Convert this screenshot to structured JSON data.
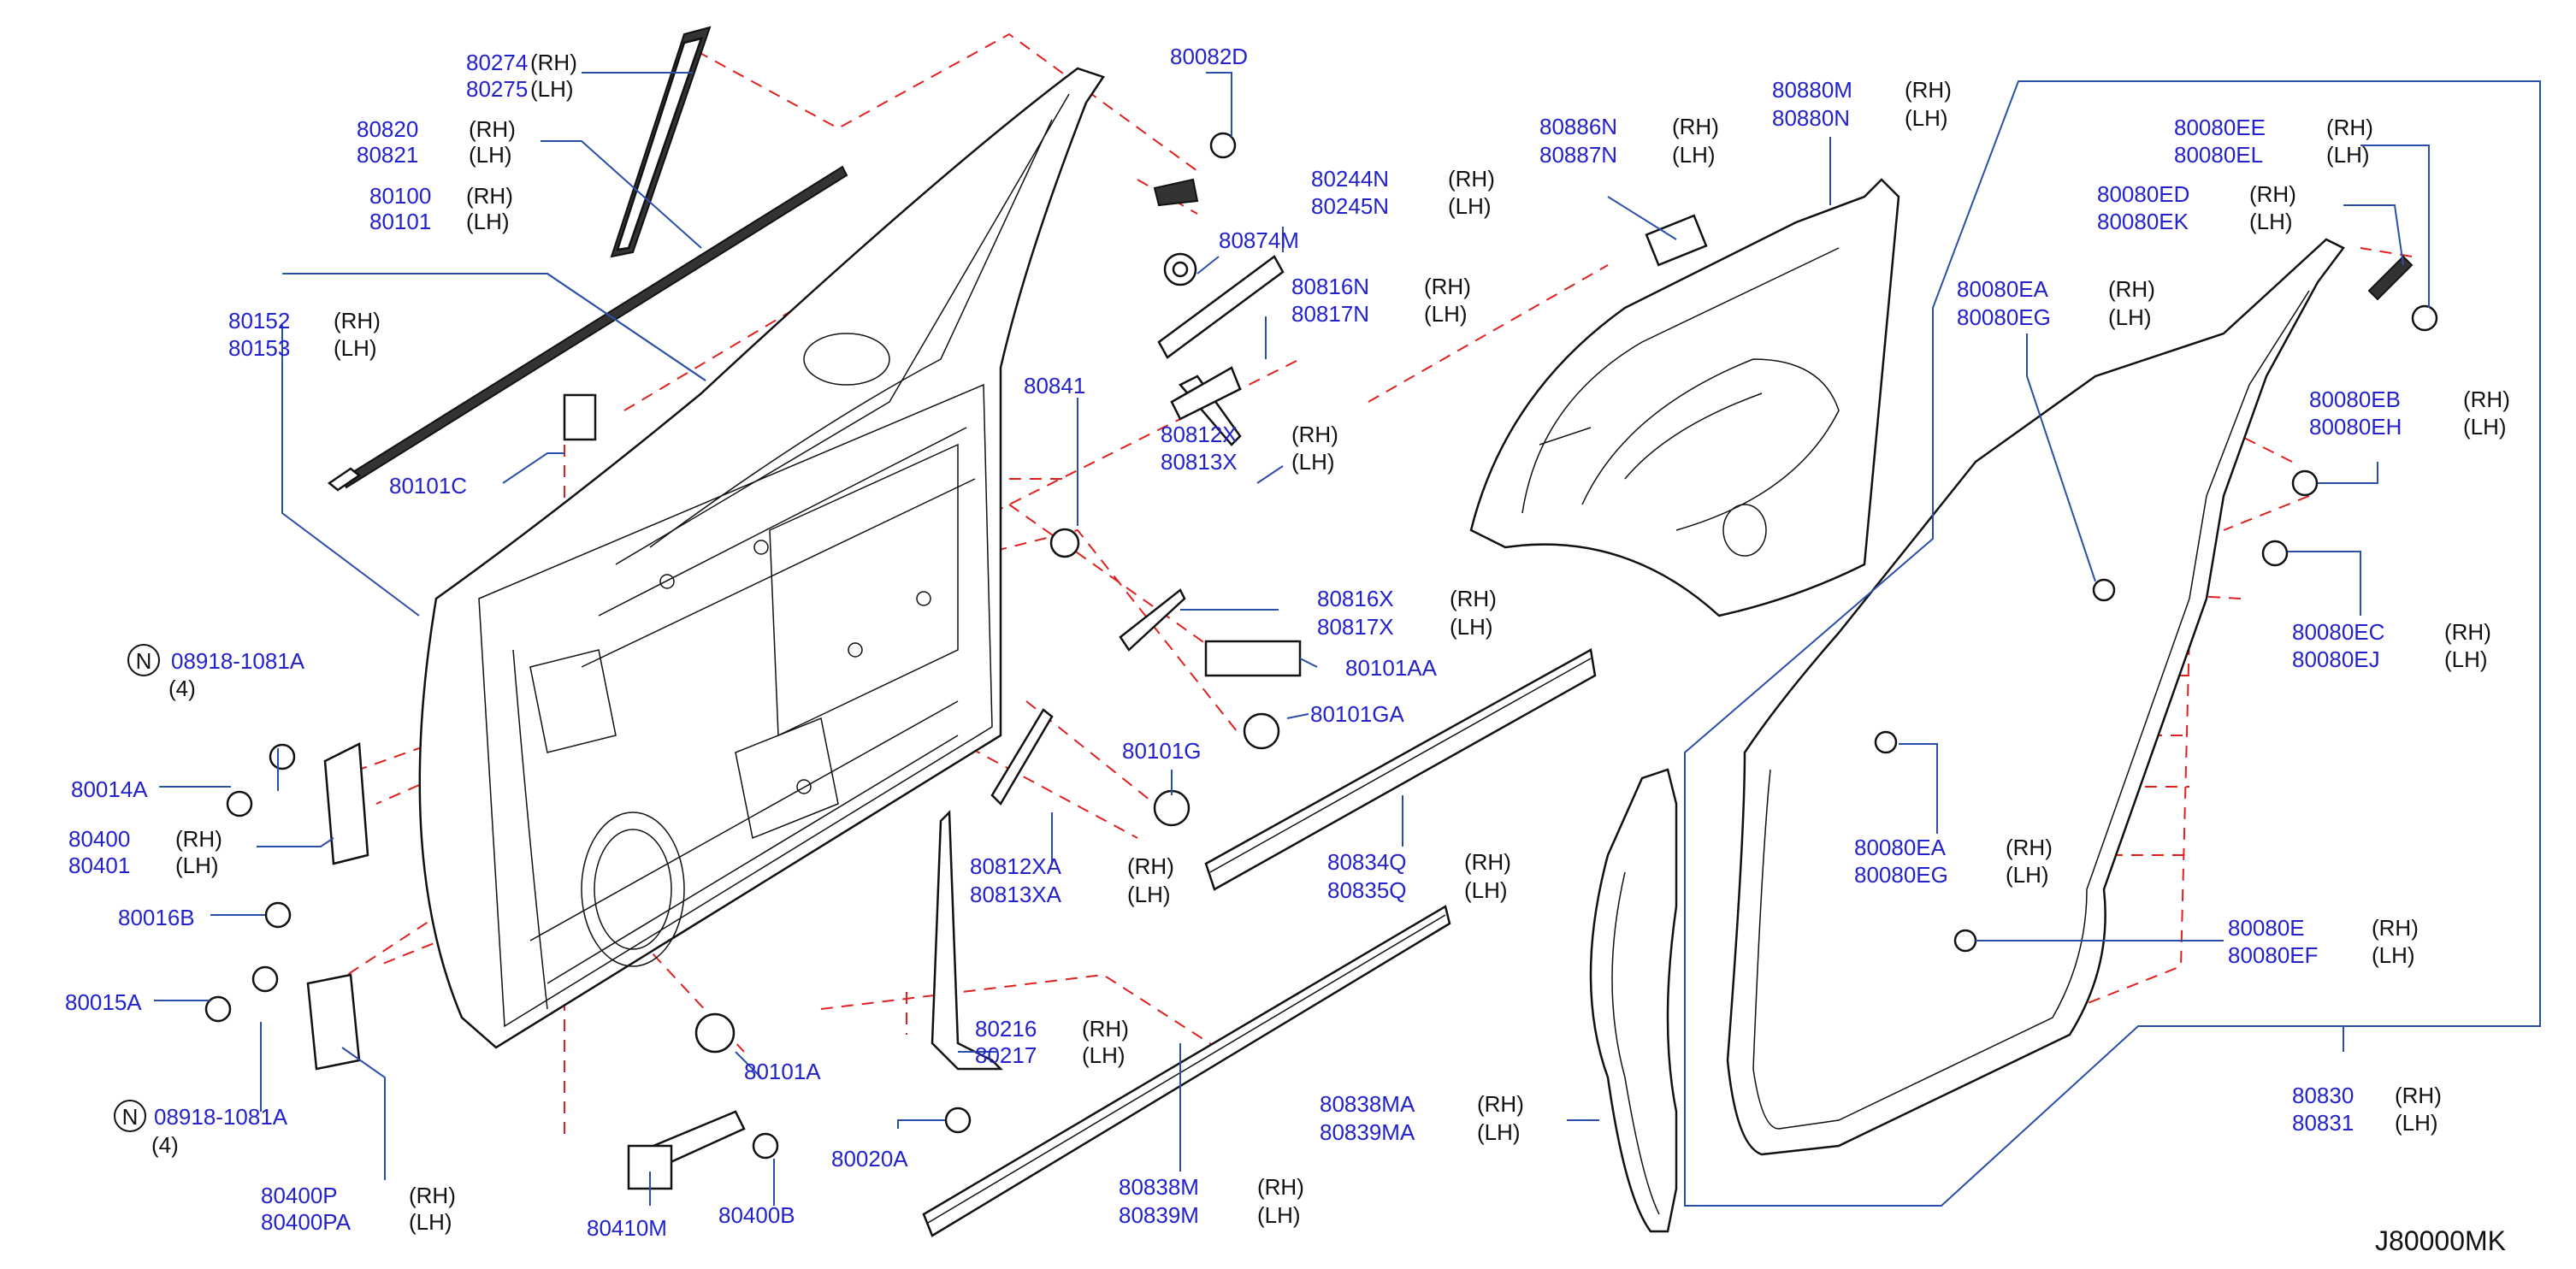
{
  "labels": [
    {
      "key": "80274",
      "rh": "80274",
      "lh": "80275",
      "rh_tag": "(RH)",
      "lh_tag": "(LH)"
    },
    {
      "key": "80820",
      "rh": "80820",
      "lh": "80821",
      "rh_tag": "(RH)",
      "lh_tag": "(LH)"
    },
    {
      "key": "80100",
      "rh": "80100",
      "lh": "80101",
      "rh_tag": "(RH)",
      "lh_tag": "(LH)"
    },
    {
      "key": "80152",
      "rh": "80152",
      "lh": "80153",
      "rh_tag": "(RH)",
      "lh_tag": "(LH)"
    },
    {
      "key": "80101C",
      "single": "80101C"
    },
    {
      "key": "08918-1081A-top",
      "single": "08918-1081A",
      "badge": "N",
      "qty": "(4)"
    },
    {
      "key": "80014A",
      "single": "80014A"
    },
    {
      "key": "80400",
      "rh": "80400",
      "lh": "80401",
      "rh_tag": "(RH)",
      "lh_tag": "(LH)"
    },
    {
      "key": "80016B",
      "single": "80016B"
    },
    {
      "key": "80015A",
      "single": "80015A"
    },
    {
      "key": "08918-1081A-bottom",
      "single": "08918-1081A",
      "badge": "N",
      "qty": "(4)"
    },
    {
      "key": "80400P",
      "rh": "80400P",
      "lh": "80400PA",
      "rh_tag": "(RH)",
      "lh_tag": "(LH)"
    },
    {
      "key": "80410M",
      "single": "80410M"
    },
    {
      "key": "80400B",
      "single": "80400B"
    },
    {
      "key": "80101A",
      "single": "80101A"
    },
    {
      "key": "80020A",
      "single": "80020A"
    },
    {
      "key": "80216",
      "rh": "80216",
      "lh": "80217",
      "rh_tag": "(RH)",
      "lh_tag": "(LH)"
    },
    {
      "key": "80838M",
      "rh": "80838M",
      "lh": "80839M",
      "rh_tag": "(RH)",
      "lh_tag": "(LH)"
    },
    {
      "key": "80812XA",
      "rh": "80812XA",
      "lh": "80813XA",
      "rh_tag": "(RH)",
      "lh_tag": "(LH)"
    },
    {
      "key": "80101G",
      "single": "80101G"
    },
    {
      "key": "80841",
      "single": "80841"
    },
    {
      "key": "80082D",
      "single": "80082D"
    },
    {
      "key": "80244N",
      "rh": "80244N",
      "lh": "80245N",
      "rh_tag": "(RH)",
      "lh_tag": "(LH)"
    },
    {
      "key": "80874M",
      "single": "80874M"
    },
    {
      "key": "80816N",
      "rh": "80816N",
      "lh": "80817N",
      "rh_tag": "(RH)",
      "lh_tag": "(LH)"
    },
    {
      "key": "80812X",
      "rh": "80812X",
      "lh": "80813X",
      "rh_tag": "(RH)",
      "lh_tag": "(LH)"
    },
    {
      "key": "80816X",
      "rh": "80816X",
      "lh": "80817X",
      "rh_tag": "(RH)",
      "lh_tag": "(LH)"
    },
    {
      "key": "80101AA",
      "single": "80101AA"
    },
    {
      "key": "80101GA",
      "single": "80101GA"
    },
    {
      "key": "80834Q",
      "rh": "80834Q",
      "lh": "80835Q",
      "rh_tag": "(RH)",
      "lh_tag": "(LH)"
    },
    {
      "key": "80838MA",
      "rh": "80838MA",
      "lh": "80839MA",
      "rh_tag": "(RH)",
      "lh_tag": "(LH)"
    },
    {
      "key": "80886N",
      "rh": "80886N",
      "lh": "80887N",
      "rh_tag": "(RH)",
      "lh_tag": "(LH)"
    },
    {
      "key": "80880M",
      "rh": "80880M",
      "lh": "80880N",
      "rh_tag": "(RH)",
      "lh_tag": "(LH)"
    },
    {
      "key": "80080EE",
      "rh": "80080EE",
      "lh": "80080EL",
      "rh_tag": "(RH)",
      "lh_tag": "(LH)"
    },
    {
      "key": "80080ED",
      "rh": "80080ED",
      "lh": "80080EK",
      "rh_tag": "(RH)",
      "lh_tag": "(LH)"
    },
    {
      "key": "80080EA-top",
      "rh": "80080EA",
      "lh": "80080EG",
      "rh_tag": "(RH)",
      "lh_tag": "(LH)"
    },
    {
      "key": "80080EB",
      "rh": "80080EB",
      "lh": "80080EH",
      "rh_tag": "(RH)",
      "lh_tag": "(LH)"
    },
    {
      "key": "80080EC",
      "rh": "80080EC",
      "lh": "80080EJ",
      "rh_tag": "(RH)",
      "lh_tag": "(LH)"
    },
    {
      "key": "80080EA-mid",
      "rh": "80080EA",
      "lh": "80080EG",
      "rh_tag": "(RH)",
      "lh_tag": "(LH)"
    },
    {
      "key": "80080E",
      "rh": "80080E",
      "lh": "80080EF",
      "rh_tag": "(RH)",
      "lh_tag": "(LH)"
    },
    {
      "key": "80830",
      "rh": "80830",
      "lh": "80831",
      "rh_tag": "(RH)",
      "lh_tag": "(LH)"
    }
  ],
  "drawing_id": "J80000MK",
  "colors": {
    "part_number": "#2222cc",
    "leader": "#2a4fa8",
    "dashed_guide": "#e0201e",
    "outline": "#111111"
  }
}
